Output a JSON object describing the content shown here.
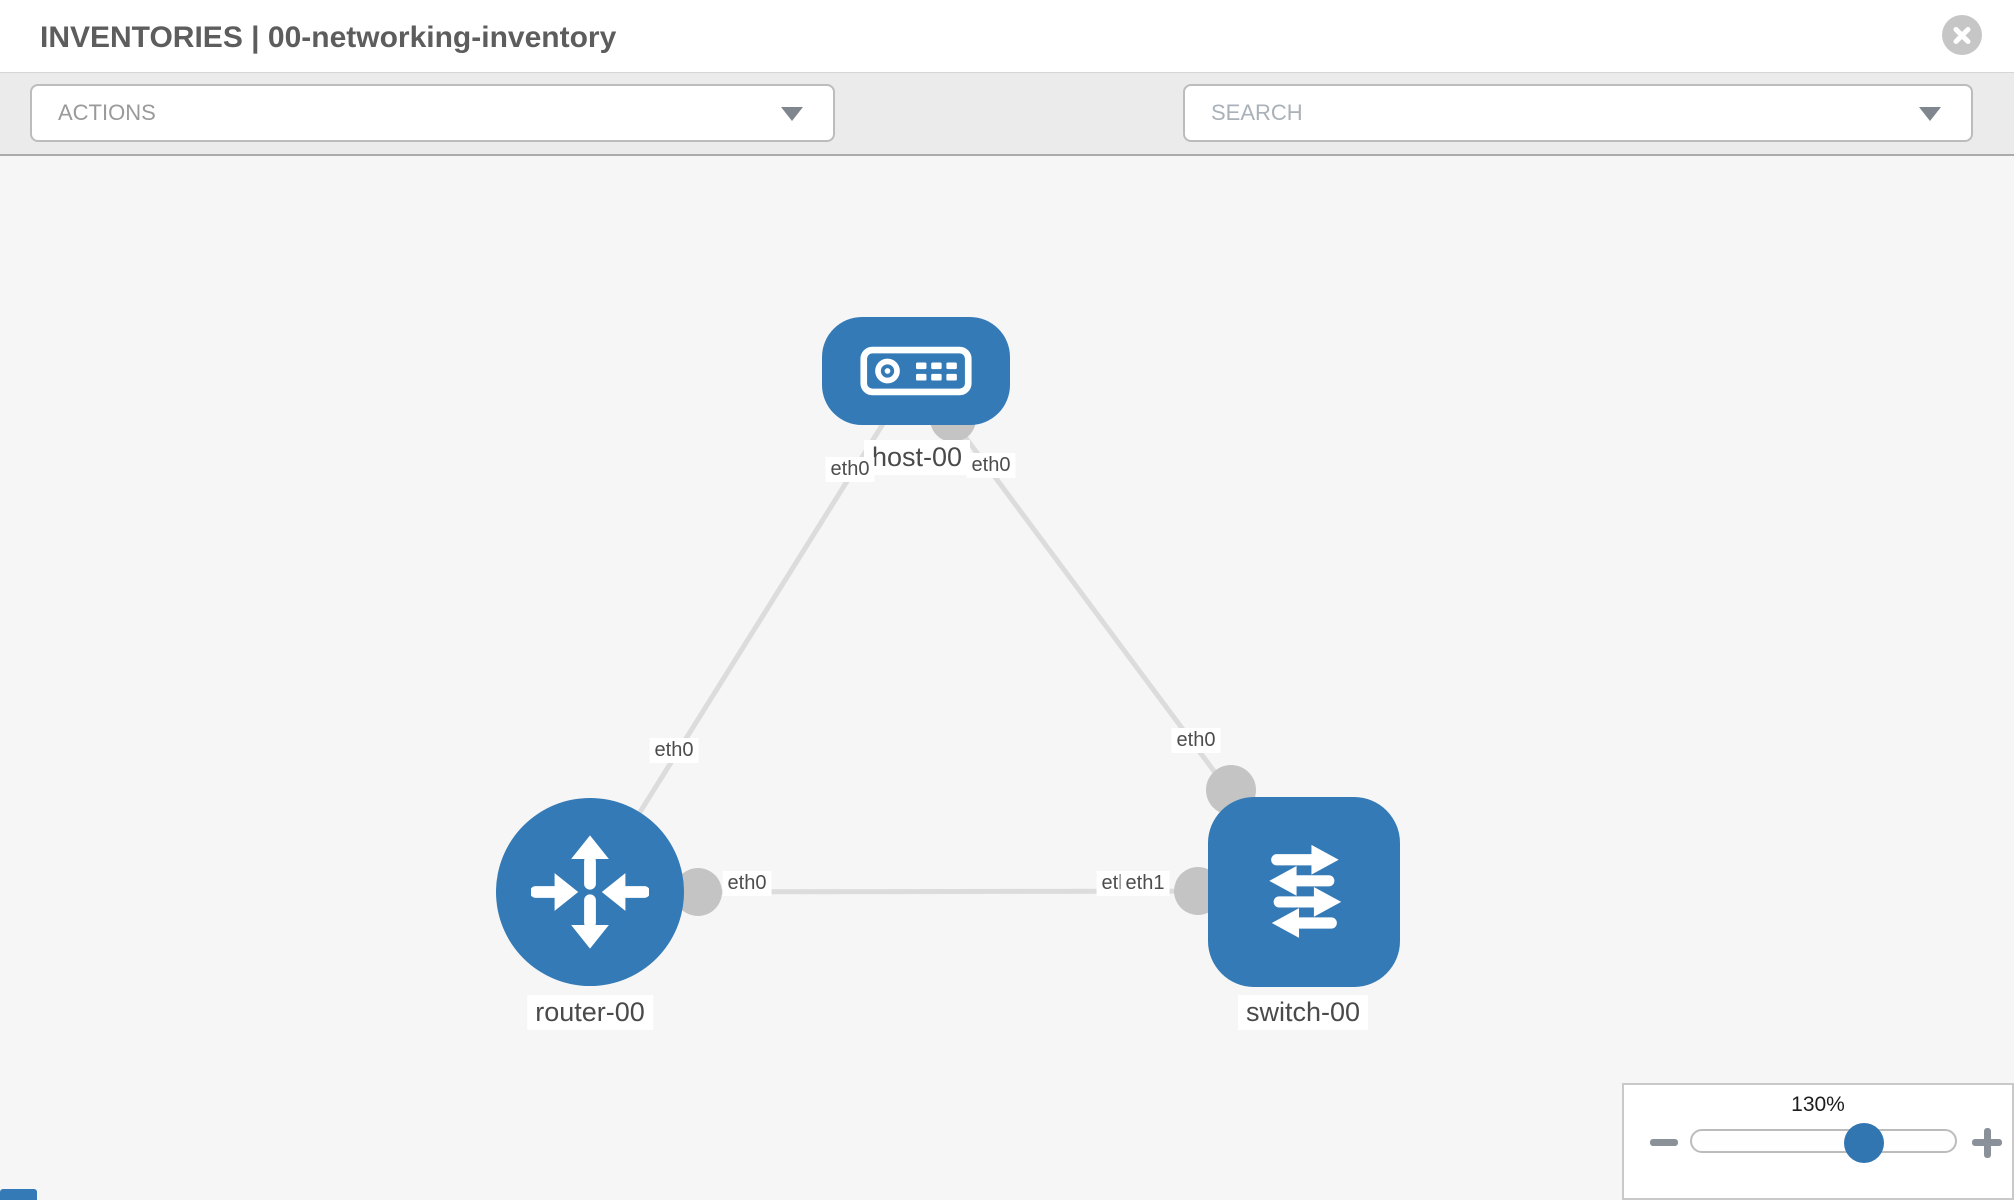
{
  "header": {
    "title": "INVENTORIES | 00-networking-inventory"
  },
  "toolbar": {
    "actions_label": "ACTIONS",
    "search_placeholder": "SEARCH",
    "tool_icons": [
      "wrench",
      "key"
    ]
  },
  "graph": {
    "nodes": [
      {
        "id": "host-00",
        "type": "host",
        "label": "host-00"
      },
      {
        "id": "router-00",
        "type": "router",
        "label": "router-00"
      },
      {
        "id": "switch-00",
        "type": "switch",
        "label": "switch-00"
      }
    ],
    "links": [
      {
        "source": "host-00",
        "target": "router-00"
      },
      {
        "source": "host-00",
        "target": "switch-00"
      },
      {
        "source": "router-00",
        "target": "switch-00"
      }
    ],
    "interface_labels": [
      {
        "link": "host-router",
        "end": "host",
        "label": "eth0"
      },
      {
        "link": "host-switch",
        "end": "host",
        "label": "eth0"
      },
      {
        "link": "host-router",
        "end": "router",
        "label": "eth0"
      },
      {
        "link": "host-switch",
        "end": "switch",
        "label": "eth0"
      },
      {
        "link": "router-switch",
        "end": "router",
        "label": "eth0"
      },
      {
        "link": "router-switch",
        "end": "switch",
        "label": "eth0"
      },
      {
        "link": "router-switch",
        "end": "switch",
        "label": "eth1"
      }
    ]
  },
  "zoom_control": {
    "level": "130%",
    "slider_percent": 65
  },
  "colors": {
    "node_blue": "#337ab7",
    "link_gray": "#dcdcdc",
    "port_gray": "#c4c4c4",
    "toolbar_gray": "#ebebeb",
    "canvas_gray": "#f6f6f6"
  }
}
